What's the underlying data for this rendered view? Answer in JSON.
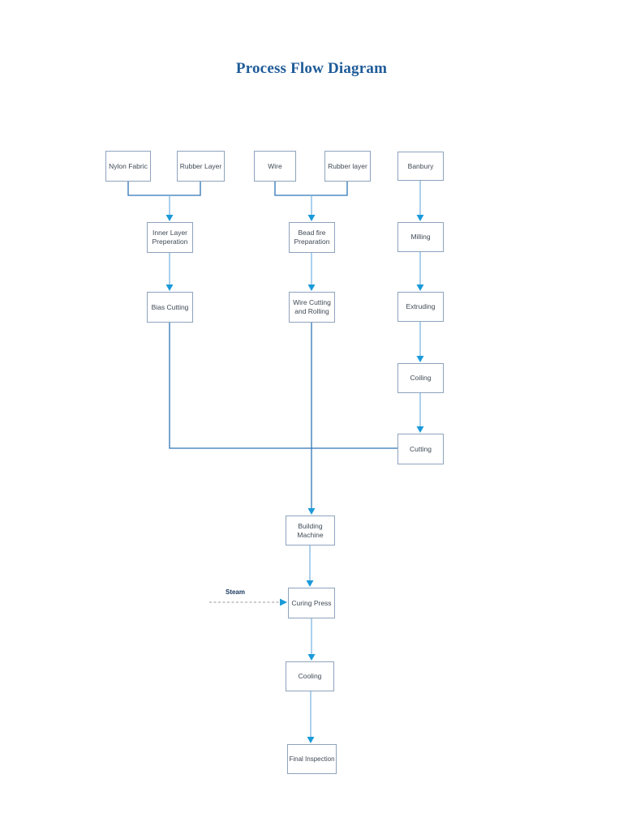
{
  "page": {
    "title": "Process Flow Diagram",
    "background": "#FFFFFF"
  },
  "colors": {
    "title_text": "#1F5C99",
    "box_border": "#8EA3BD",
    "box_text": "#3F4A55",
    "connector_medium": "#2E75B6",
    "connector_light": "#7FB7E3",
    "arrowhead": "#1B9AD9",
    "steam_text": "#17365D",
    "dashed_line": "#999999"
  },
  "diagram": {
    "nodes": {
      "nylon_fabric": "Nylon Fabric",
      "rubber_layer_1": "Rubber Layer",
      "wire": "Wire",
      "rubber_layer_2": "Rubber layer",
      "banbury": "Banbury",
      "inner_layer_preperation": "Inner Layer Preperation",
      "bead_fire_preparation": "Bead fire Preparation",
      "milling": "Milling",
      "bias_cutting": "Bias Cutting",
      "wire_cutting_and_rolling": "Wire Cutting and Rolling",
      "extruding": "Extruding",
      "coiling": "Coiling",
      "cutting": "Cutting",
      "building_machine": "Building Machine",
      "curing_press": "Curing Press",
      "cooling": "Cooling",
      "final_inspection": "Final Inspection"
    },
    "annotations": {
      "steam": "Steam"
    }
  }
}
